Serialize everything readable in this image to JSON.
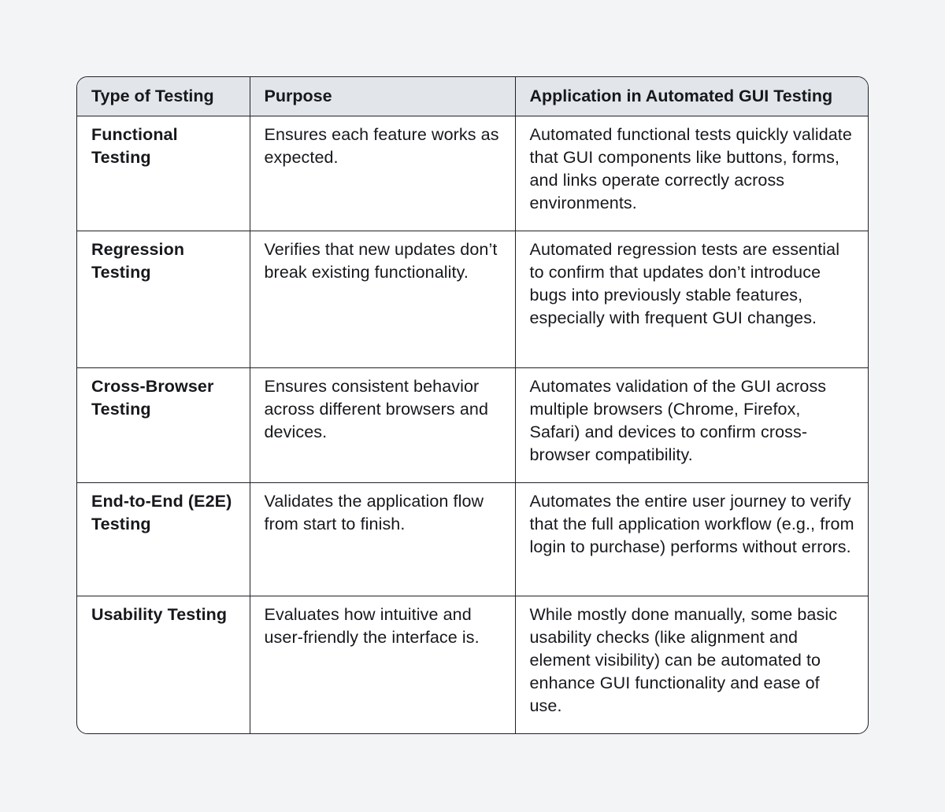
{
  "table": {
    "headers": [
      "Type of Testing",
      "Purpose",
      "Application in Automated GUI Testing"
    ],
    "rows": [
      {
        "type": "Functional Testing",
        "purpose": "Ensures each feature works as expected.",
        "application": "Automated functional tests quickly validate that GUI components like buttons, forms, and links operate correctly across environments."
      },
      {
        "type": "Regression Testing",
        "purpose": "Verifies that new updates don’t break existing functionality.",
        "application": "Automated regression tests are essential to confirm that updates don’t introduce bugs into previously stable features, especially with frequent GUI changes."
      },
      {
        "type": "Cross-Browser Testing",
        "purpose": "Ensures consistent behavior across different browsers and devices.",
        "application": "Automates validation of the GUI across multiple browsers (Chrome, Firefox, Safari) and devices to confirm cross-browser compatibility."
      },
      {
        "type": "End-to-End (E2E) Testing",
        "purpose": "Validates the application flow from start to finish.",
        "application": "Automates the entire user journey to verify that the full application workflow (e.g., from login to purchase) performs without errors."
      },
      {
        "type": "Usability Testing",
        "purpose": "Evaluates how intuitive and user-friendly the interface is.",
        "application": "While mostly done manually, some basic usability checks (like alignment and element visibility) can be automated to enhance GUI functionality and ease of use."
      }
    ]
  }
}
